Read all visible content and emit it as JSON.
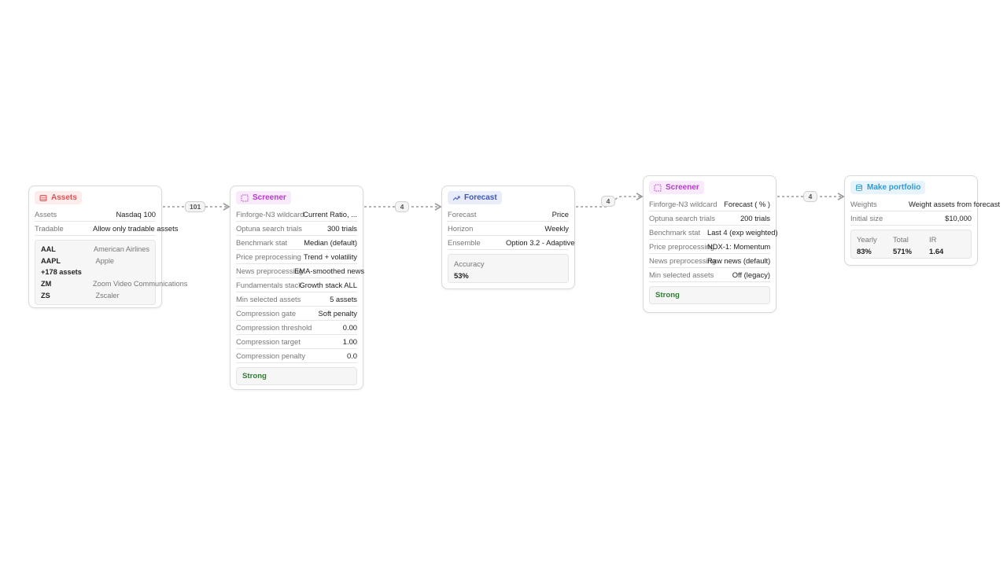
{
  "edges": [
    "101",
    "4",
    "4",
    "4"
  ],
  "assets_node": {
    "title": "Assets",
    "icon": "database-icon",
    "rows": [
      {
        "label": "Assets",
        "value": "Nasdaq 100"
      },
      {
        "label": "Tradable",
        "value": "Allow only tradable assets"
      }
    ],
    "list": [
      {
        "ticker": "AAL",
        "name": "American Airlines"
      },
      {
        "ticker": "AAPL",
        "name": "Apple"
      },
      {
        "ticker": "+178 assets",
        "name": ""
      },
      {
        "ticker": "ZM",
        "name": "Zoom Video Communications"
      },
      {
        "ticker": "ZS",
        "name": "Zscaler"
      }
    ]
  },
  "screener1": {
    "title": "Screener",
    "rows": [
      {
        "label": "Finforge-N3 wildcard",
        "value": "Current Ratio, ..."
      },
      {
        "label": "Optuna search trials",
        "value": "300 trials"
      },
      {
        "label": "Benchmark stat",
        "value": "Median (default)"
      },
      {
        "label": "Price preprocessing",
        "value": "Trend + volatility"
      },
      {
        "label": "News preprocessing",
        "value": "EMA-smoothed news"
      },
      {
        "label": "Fundamentals stack",
        "value": "Growth stack ALL"
      },
      {
        "label": "Min selected assets",
        "value": "5 assets"
      },
      {
        "label": "Compression gate",
        "value": "Soft penalty"
      },
      {
        "label": "Compression threshold",
        "value": "0.00"
      },
      {
        "label": "Compression target",
        "value": "1.00"
      },
      {
        "label": "Compression penalty",
        "value": "0.0"
      }
    ],
    "verdict": "Strong"
  },
  "forecast": {
    "title": "Forecast",
    "rows": [
      {
        "label": "Forecast",
        "value": "Price"
      },
      {
        "label": "Horizon",
        "value": "Weekly"
      },
      {
        "label": "Ensemble",
        "value": "Option 3.2 - Adaptive"
      }
    ],
    "accuracy_label": "Accuracy",
    "accuracy_value": "53%"
  },
  "screener2": {
    "title": "Screener",
    "rows": [
      {
        "label": "Finforge-N3 wildcard",
        "value": "Forecast ( % )"
      },
      {
        "label": "Optuna search trials",
        "value": "200 trials"
      },
      {
        "label": "Benchmark stat",
        "value": "Last 4 (exp weighted)"
      },
      {
        "label": "Price preprocessing",
        "value": "NDX-1: Momentum"
      },
      {
        "label": "News preprocessing",
        "value": "Raw news (default)"
      },
      {
        "label": "Min selected assets",
        "value": "Off (legacy)"
      }
    ],
    "verdict": "Strong"
  },
  "portfolio": {
    "title": "Make portfolio",
    "rows": [
      {
        "label": "Weights",
        "value": "Weight assets from forecast"
      },
      {
        "label": "Initial size",
        "value": "$10,000"
      }
    ],
    "metrics": [
      {
        "label": "Yearly",
        "value": "83%"
      },
      {
        "label": "Total",
        "value": "571%"
      },
      {
        "label": "IR",
        "value": "1.64"
      }
    ]
  },
  "colors": {
    "assets_accent": "#e05252",
    "assets_bg": "#fdecec",
    "screener_accent": "#b43cc8",
    "screener_bg": "#f8e9fb",
    "forecast_accent": "#3d55b8",
    "forecast_bg": "#e9edf9",
    "portfolio_accent": "#2b9bd6",
    "portfolio_bg": "#e7f4fb",
    "strong": "#2f7d32"
  }
}
